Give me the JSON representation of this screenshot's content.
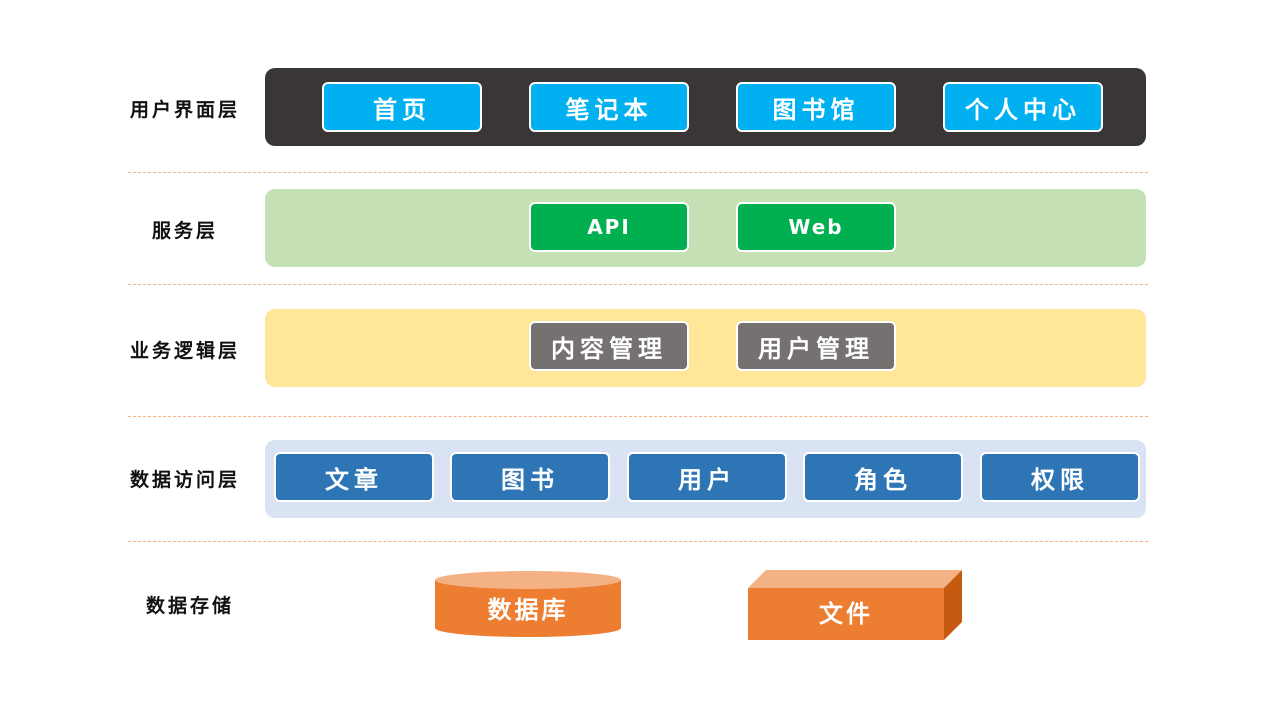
{
  "layers": {
    "ui": {
      "label": "用户界面层",
      "items": [
        "首页",
        "笔记本",
        "图书馆",
        "个人中心"
      ]
    },
    "service": {
      "label": "服务层",
      "items": [
        "API",
        "Web"
      ]
    },
    "logic": {
      "label": "业务逻辑层",
      "items": [
        "内容管理",
        "用户管理"
      ]
    },
    "data_access": {
      "label": "数据访问层",
      "items": [
        "文章",
        "图书",
        "用户",
        "角色",
        "权限"
      ]
    },
    "storage": {
      "label": "数据存储",
      "database": "数据库",
      "file": "文件"
    }
  },
  "colors": {
    "ui_band": "#3a3636",
    "ui_chip": "#00b0f0",
    "service_band": "#c5e0b4",
    "service_chip": "#00b050",
    "logic_band": "#ffe699",
    "logic_chip": "#767171",
    "data_band": "#dae3f3",
    "data_chip": "#2e75b6",
    "storage_orange": "#ed7d31",
    "divider": "#f4b183"
  }
}
